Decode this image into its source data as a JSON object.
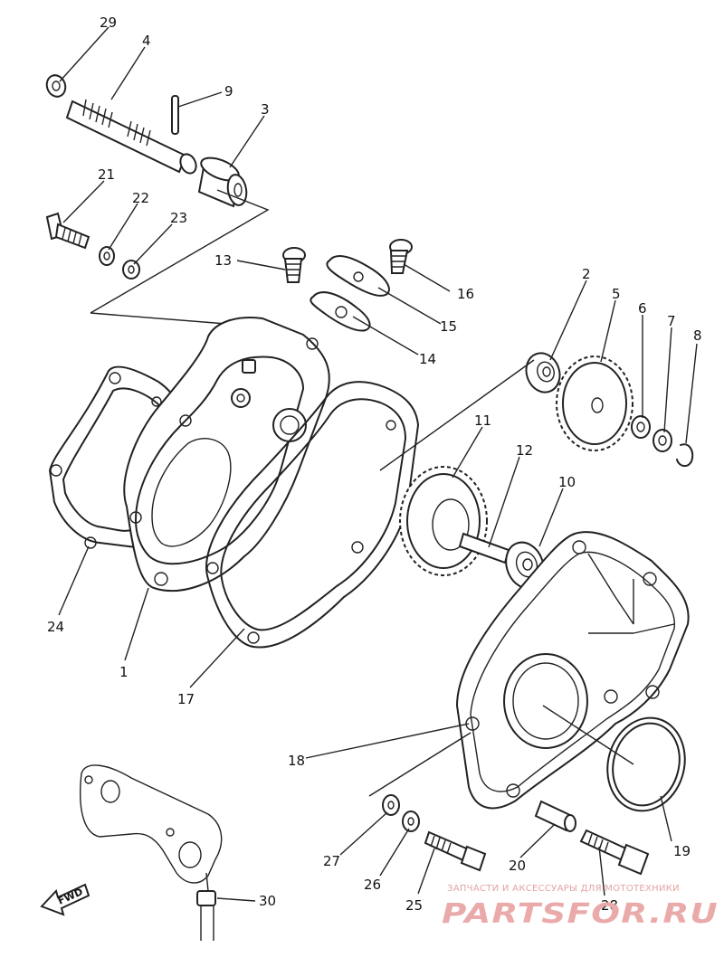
{
  "callouts": {
    "c1": "1",
    "c2": "2",
    "c3": "3",
    "c4": "4",
    "c5": "5",
    "c6": "6",
    "c7": "7",
    "c8": "8",
    "c9": "9",
    "c10": "10",
    "c11": "11",
    "c12": "12",
    "c13": "13",
    "c14": "14",
    "c15": "15",
    "c16": "16",
    "c17": "17",
    "c18": "18",
    "c19": "19",
    "c20": "20",
    "c21": "21",
    "c22": "22",
    "c23": "23",
    "c24": "24",
    "c25": "25",
    "c26": "26",
    "c27": "27",
    "c28": "28",
    "c29": "29",
    "c30": "30"
  },
  "fwd_label": "FWD",
  "watermark": {
    "tagline": "ЗАПЧАСТИ И АКСЕССУАРЫ ДЛЯ МОТОТЕХНИКИ",
    "brand": "PARTSFOR.RU"
  }
}
